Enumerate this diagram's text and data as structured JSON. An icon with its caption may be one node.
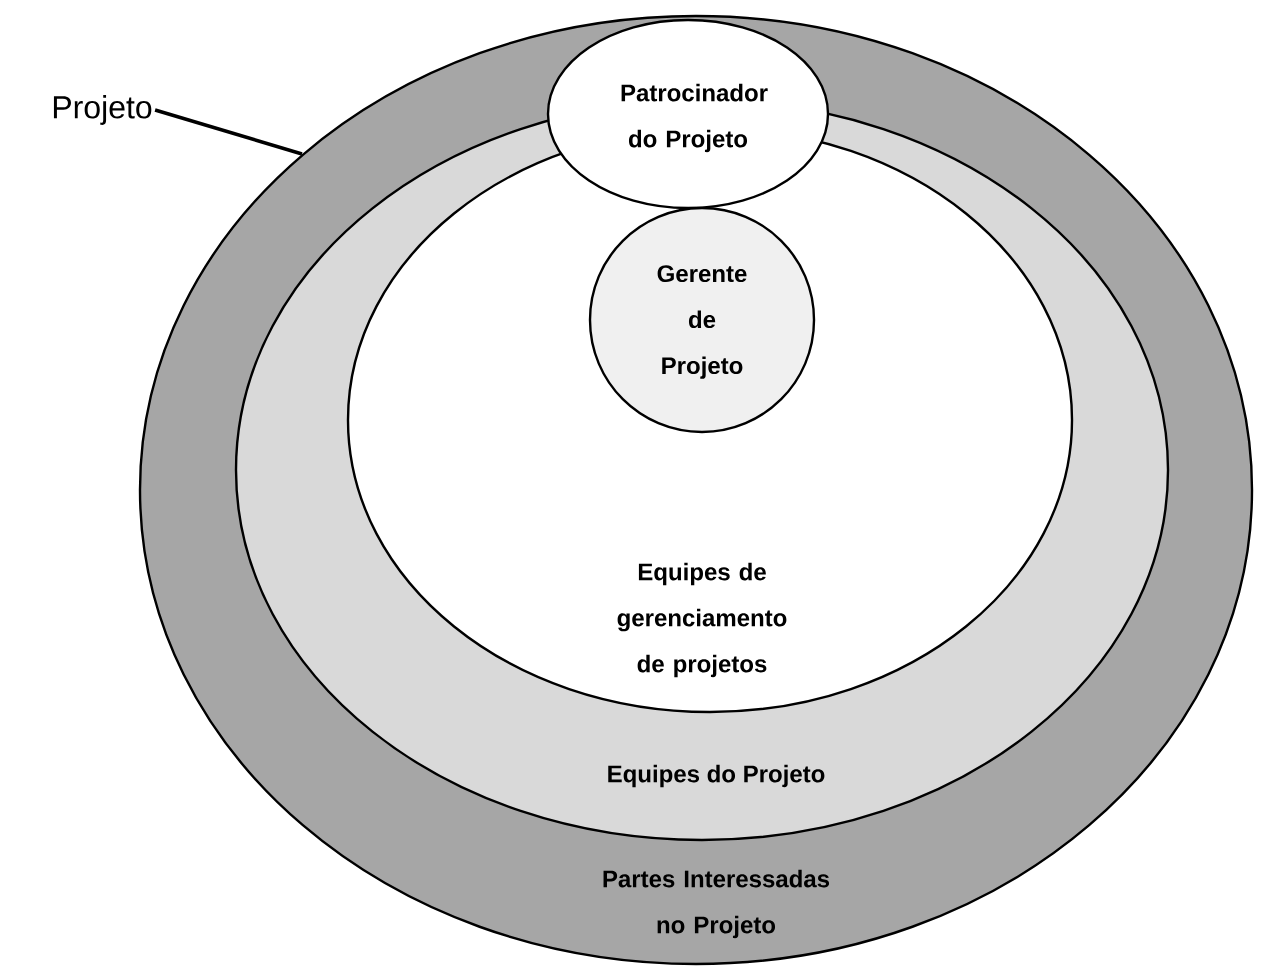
{
  "diagram": {
    "nodes": [
      {
        "text": [
          "Projeto"
        ]
      },
      {
        "text": [
          "Partes Interessadas no Projeto"
        ]
      },
      {
        "text": [
          "Equipes do Projeto"
        ],
        "in": 1
      },
      {
        "text": [
          "Equipes de gerenciamento de projetos"
        ],
        "in": 2
      },
      {
        "text": [
          "Patrocinador do Projeto"
        ],
        "in": 1
      },
      {
        "text": [
          "Gerente de Projeto"
        ],
        "in": 3
      }
    ],
    "edges": [
      {
        "from": 0,
        "to": 1,
        "arrow": "none"
      }
    ]
  }
}
